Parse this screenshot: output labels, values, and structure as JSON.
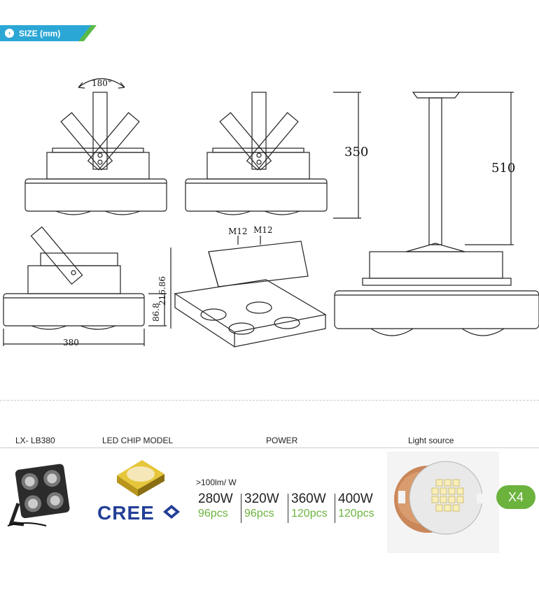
{
  "banner": {
    "icon": "chevron-right-icon",
    "glyph": "›",
    "label": "SIZE (mm)"
  },
  "dimensions": {
    "rotation": "180°",
    "height_a": "350",
    "height_b": "510",
    "height_c": "216.86",
    "height_d": "86.8",
    "width": "380",
    "thread_1": "M12",
    "thread_2": "M12"
  },
  "specs": {
    "model_header": "LX- LB380",
    "chip_header": "LED CHIP MODEL",
    "power_header": "POWER",
    "source_header": "Light source",
    "efficacy": ">100lm/ W",
    "brand": "CREE",
    "power_options": [
      {
        "watts": "280W",
        "pcs": "96pcs"
      },
      {
        "watts": "320W",
        "pcs": "96pcs"
      },
      {
        "watts": "360W",
        "pcs": "120pcs"
      },
      {
        "watts": "400W",
        "pcs": "120pcs"
      }
    ],
    "multiplier": "X4"
  },
  "colors": {
    "banner_blue": "#2ba7d6",
    "banner_green": "#58b947",
    "accent_green": "#6cb33e",
    "cree_blue": "#233f97"
  }
}
